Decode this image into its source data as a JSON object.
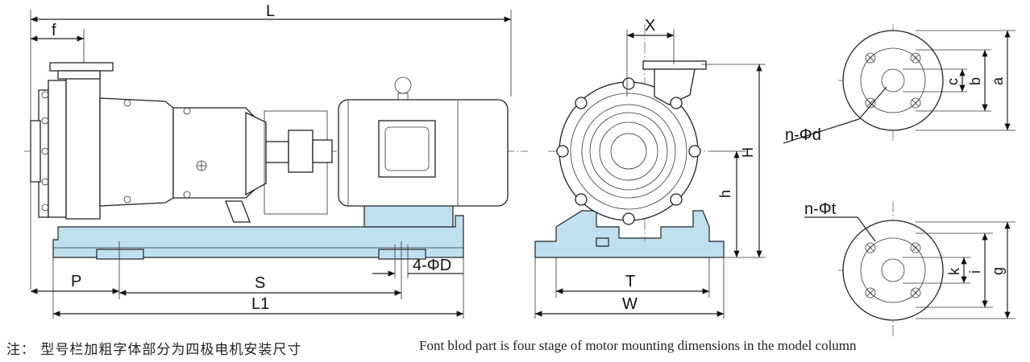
{
  "dimensions": {
    "L": "L",
    "f": "f",
    "P": "P",
    "S": "S",
    "L1": "L1",
    "mount_holes": "4-ΦD",
    "X": "X",
    "H": "H",
    "h": "h",
    "T": "T",
    "W": "W",
    "a": "a",
    "b": "b",
    "c": "c",
    "n_d": "n-Φd",
    "n_t": "n-Φt",
    "k": "k",
    "i": "i",
    "g": "g"
  },
  "notes": {
    "chinese": "注： 型号栏加粗字体部分为四极电机安装尺寸",
    "english": "Font blod part is four stage of motor mounting dimensions in the model column"
  },
  "colors": {
    "baseplate": "#bfe0ef",
    "lines": "#222222",
    "background": "#ffffff"
  }
}
